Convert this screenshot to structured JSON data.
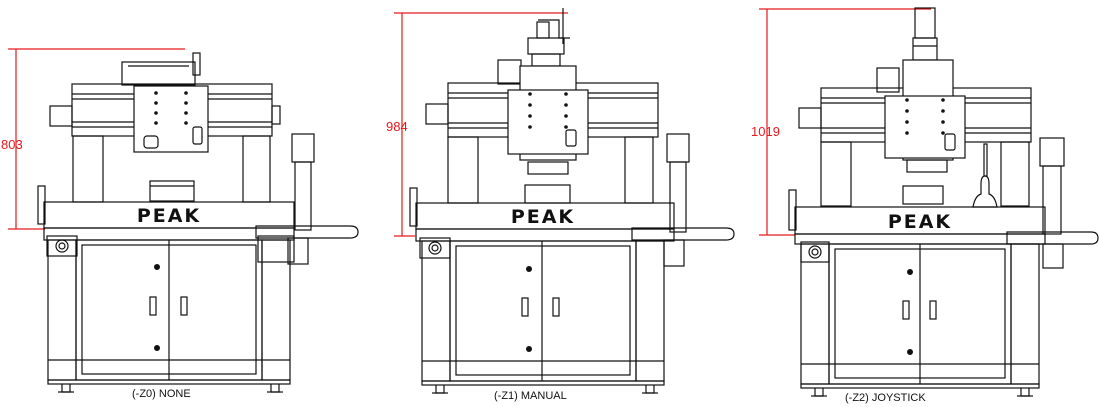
{
  "brand": "PEAK",
  "accent_color": "#e8191c",
  "machines": [
    {
      "dimension": "803",
      "caption": "(-Z0) NONE",
      "z_axis": "none"
    },
    {
      "dimension": "984",
      "caption": "(-Z1) MANUAL",
      "z_axis": "manual"
    },
    {
      "dimension": "1019",
      "caption": "(-Z2) JOYSTICK",
      "z_axis": "joystick"
    }
  ]
}
